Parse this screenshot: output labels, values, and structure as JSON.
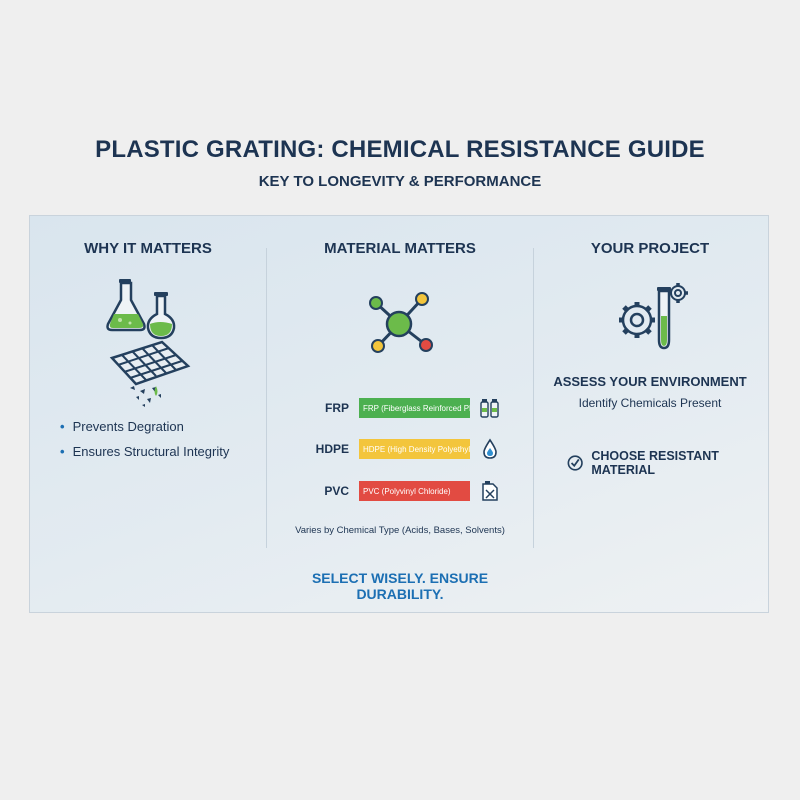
{
  "header": {
    "title": "PLASTIC GRATING: CHEMICAL RESISTANCE GUIDE",
    "subtitle": "KEY TO LONGEVITY & PERFORMANCE"
  },
  "why": {
    "title": "WHY IT MATTERS",
    "bullets": [
      "Prevents Degration",
      "Ensures Structural Integrity"
    ]
  },
  "material": {
    "title": "MATERIAL MATTERS",
    "rows": [
      {
        "label": "FRP",
        "bar_text": "FRP (Fiberglass Reinforced Plastic)",
        "color": "#4cb050",
        "icon": "bottles-icon"
      },
      {
        "label": "HDPE",
        "bar_text": "HDPE (High Density Polyethylene)",
        "color": "#f3c53c",
        "icon": "droplet-icon"
      },
      {
        "label": "PVC",
        "bar_text": "PVC (Polyvinyl Chloride)",
        "color": "#e24b42",
        "icon": "canister-icon"
      }
    ],
    "note": "Varies by Chemical Type (Acids, Bases, Solvents)",
    "tagline": "SELECT WISELY. ENSURE DURABILITY."
  },
  "project": {
    "title": "YOUR PROJECT",
    "assess": "ASSESS YOUR ENVIRONMENT",
    "identify": "Identify Chemicals Present",
    "choose": "CHOOSE RESISTANT MATERIAL"
  },
  "colors": {
    "navy": "#1d3452",
    "accent_blue": "#1c6fb3",
    "green": "#4cb050",
    "yellow": "#f3c53c",
    "red": "#e24b42"
  }
}
